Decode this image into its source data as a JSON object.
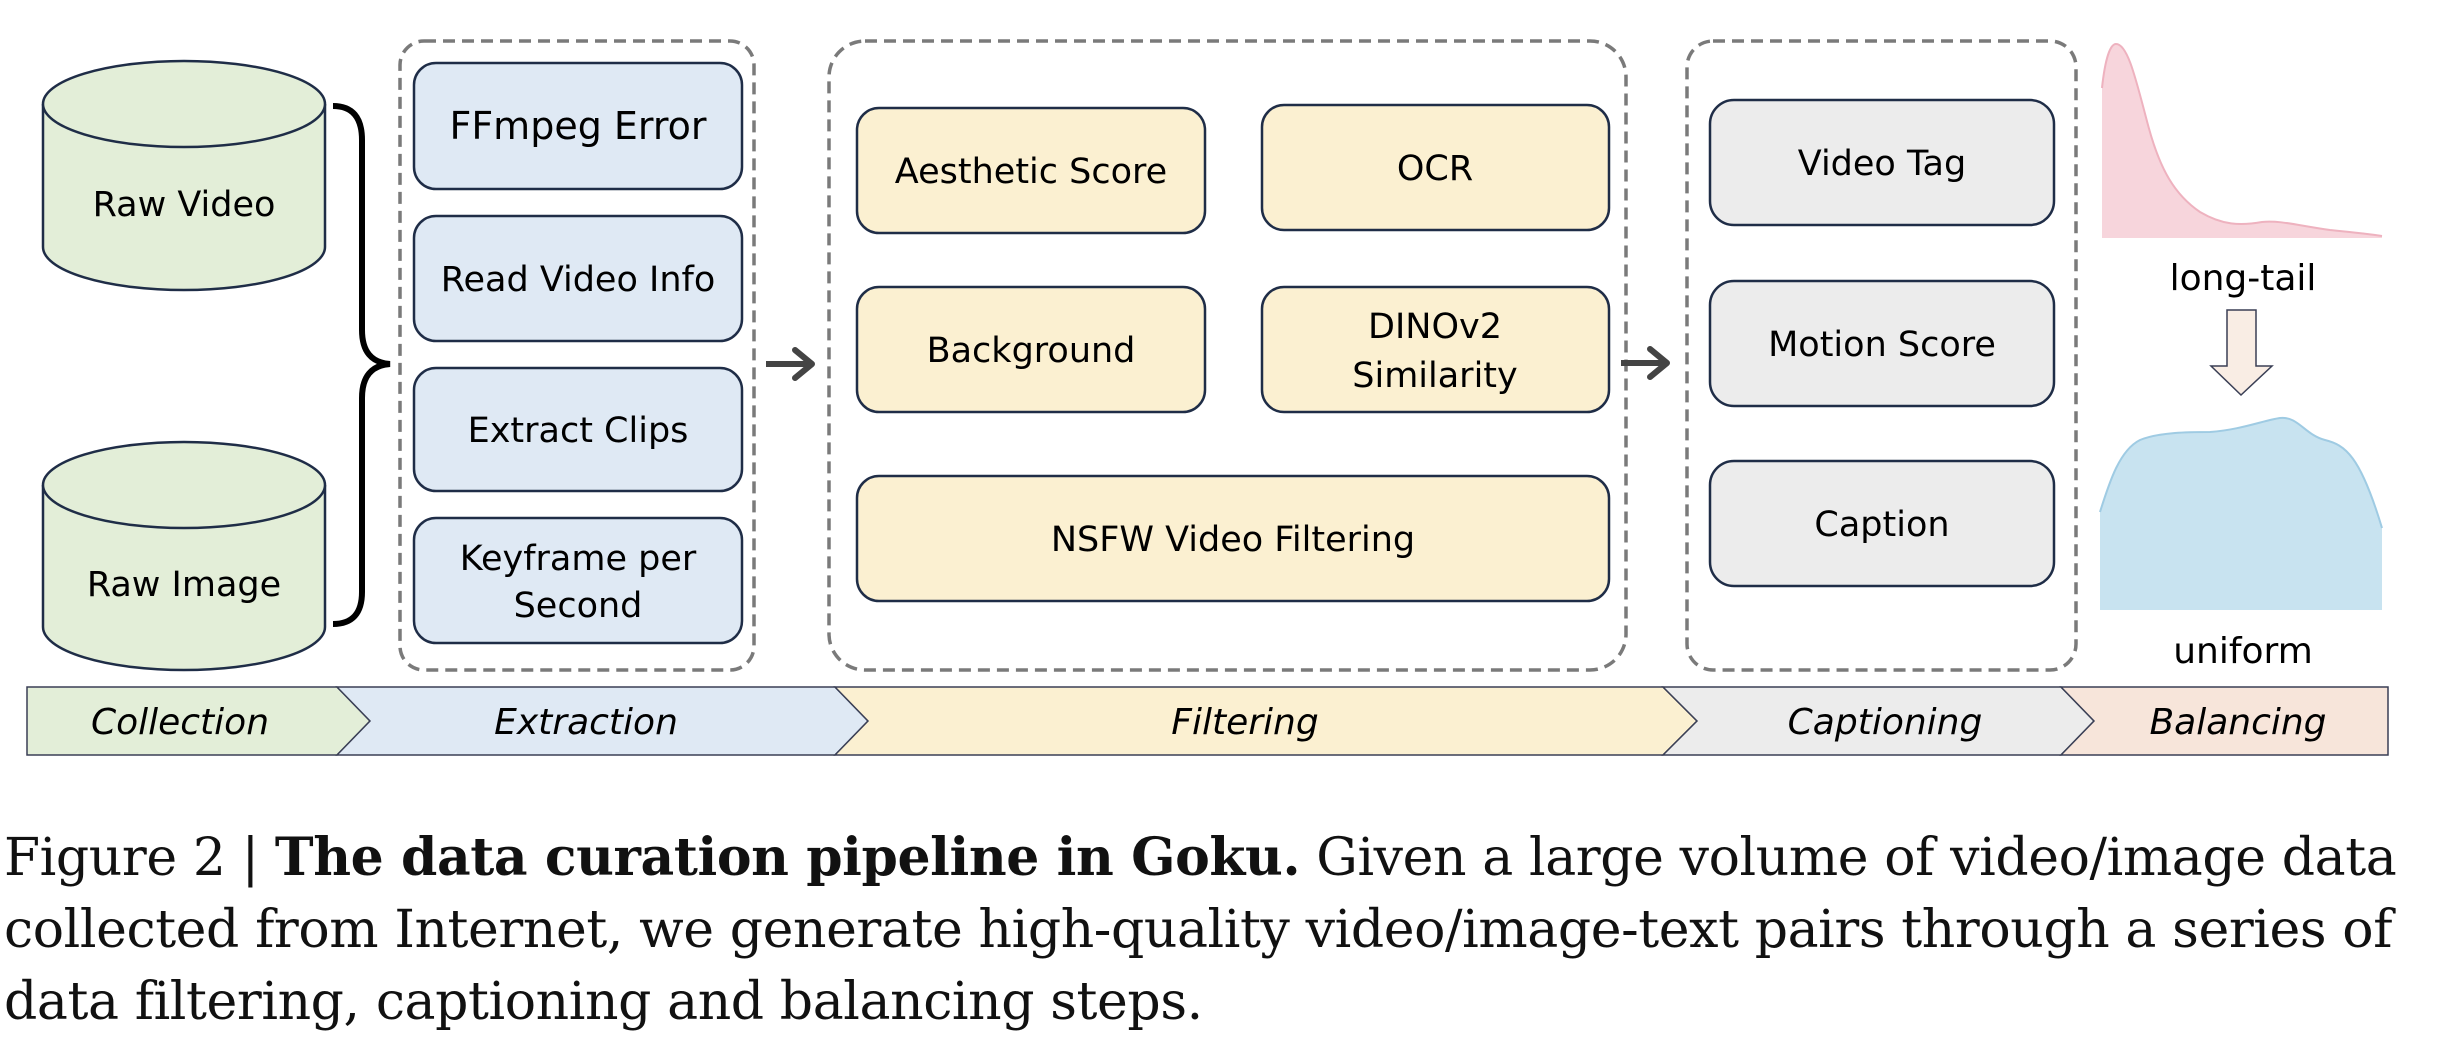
{
  "figure": {
    "sources": [
      {
        "label": "Raw Video"
      },
      {
        "label": "Raw Image"
      }
    ],
    "extraction": {
      "steps": [
        "FFmpeg Error",
        "Read Video Info",
        "Extract Clips",
        [
          "Keyframe per",
          "Second"
        ]
      ]
    },
    "filtering": {
      "steps": [
        "Aesthetic Score",
        "OCR",
        "Background",
        [
          "DINOv2",
          "Similarity"
        ],
        "NSFW Video Filtering"
      ]
    },
    "captioning": {
      "steps": [
        "Video Tag",
        "Motion Score",
        "Caption"
      ]
    },
    "balancing": {
      "before_label": "long-tail",
      "after_label": "uniform"
    },
    "stages": [
      {
        "label": "Collection",
        "color": "#e3eed8"
      },
      {
        "label": "Extraction",
        "color": "#dfe9f4"
      },
      {
        "label": "Filtering",
        "color": "#fbf0d1"
      },
      {
        "label": "Captioning",
        "color": "#ececec"
      },
      {
        "label": "Balancing",
        "color": "#f7e5da"
      }
    ],
    "colors": {
      "collection": "#e3eed8",
      "extraction": "#dfe9f4",
      "filtering": "#fbf0d1",
      "captioning": "#ececec",
      "balancing_arrow": "#f9ede4",
      "long_tail_fill": "#f7d5dc",
      "long_tail_stroke": "#eeb2bf",
      "uniform_fill": "#c8e3f0",
      "uniform_stroke": "#9fcbe3",
      "box_border": "#1f2d47",
      "dashed_border": "#7a7a7a"
    }
  },
  "caption": {
    "prefix": "Figure 2 | ",
    "bold": "The data curation pipeline in Goku.",
    "line1_rest": " Given a large volume of video/image data",
    "line2": "collected from Internet, we generate high-quality video/image-text pairs through a series of",
    "line3": "data filtering, captioning and balancing steps."
  }
}
